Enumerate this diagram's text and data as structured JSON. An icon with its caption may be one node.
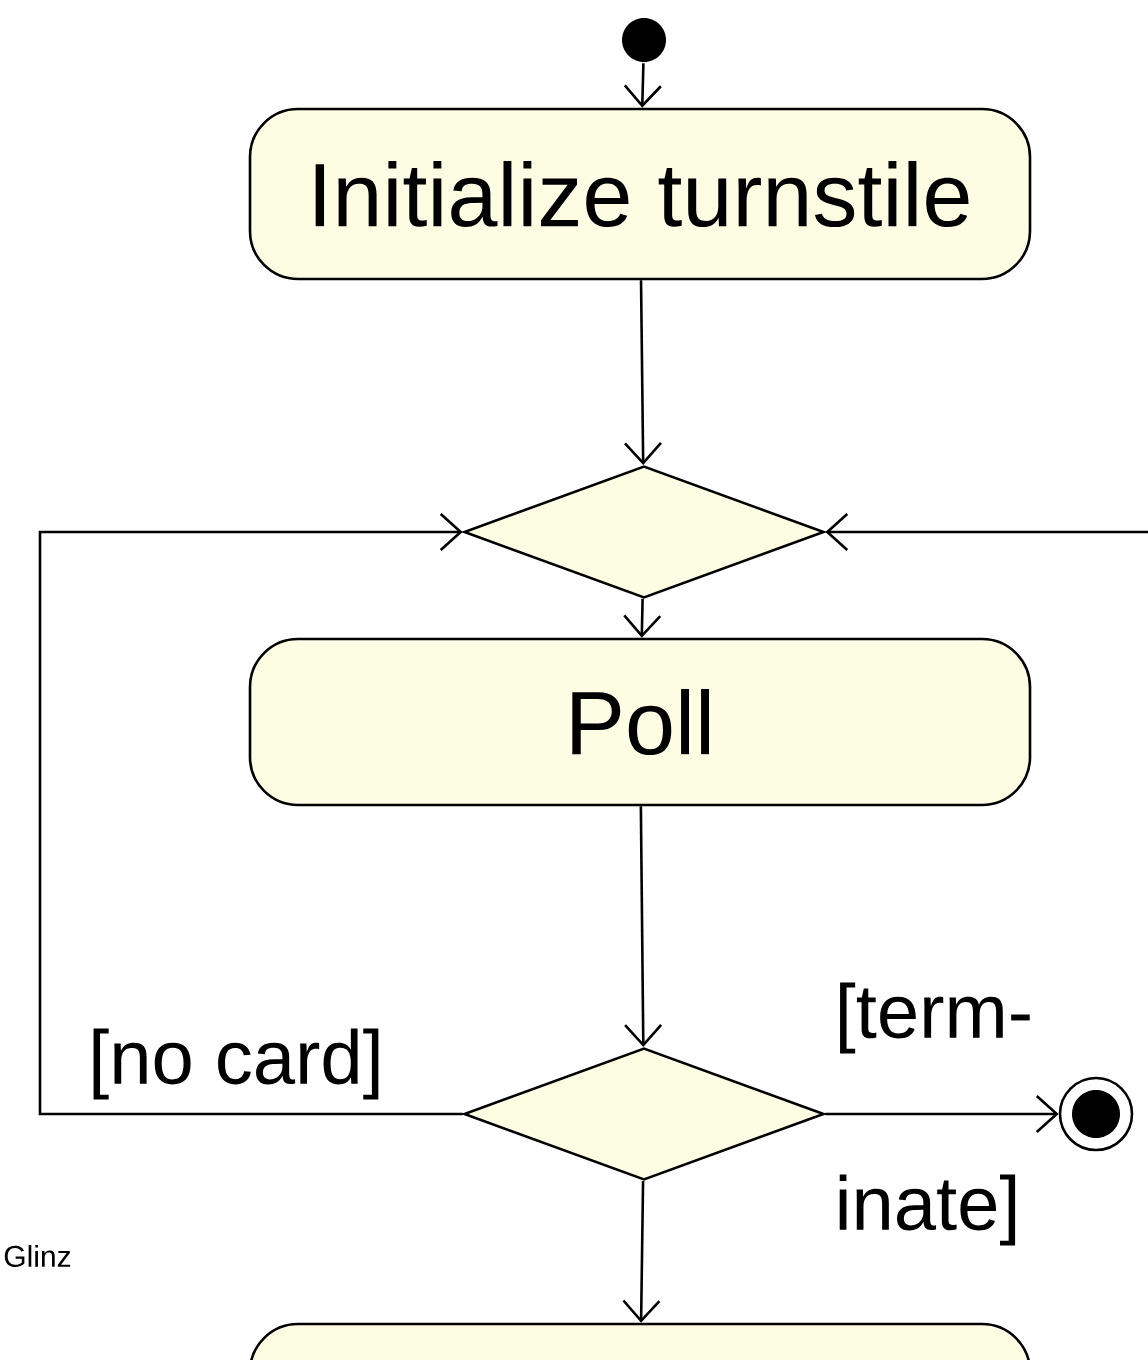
{
  "diagram": {
    "nodes": [
      {
        "text": [],
        "shape": "circle"
      },
      {
        "text": [
          "Initialize turnstile"
        ]
      },
      {
        "text": [],
        "shape": "diamond"
      },
      {
        "text": [
          "Poll"
        ]
      },
      {
        "text": [],
        "shape": "diamond"
      },
      {
        "text": [],
        "shape": "circle"
      },
      {
        "text": [],
        "shape": "box"
      }
    ],
    "edges": [
      {
        "from": 0,
        "to": 1,
        "arrow": "to"
      },
      {
        "from": 1,
        "to": 2,
        "arrow": "to"
      },
      {
        "from": 2,
        "to": 3,
        "arrow": "to"
      },
      {
        "from": 3,
        "to": 4,
        "arrow": "to"
      },
      {
        "from": 4,
        "to": 2,
        "arrow": "to",
        "label": "[no card]"
      },
      {
        "from": 4,
        "to": 5,
        "arrow": "to",
        "label": "[term- inate]"
      },
      {
        "from": 4,
        "to": 6,
        "arrow": "to"
      },
      {
        "from": null,
        "to": 2,
        "arrow": "to"
      }
    ],
    "labels": [
      "Glinz"
    ]
  }
}
